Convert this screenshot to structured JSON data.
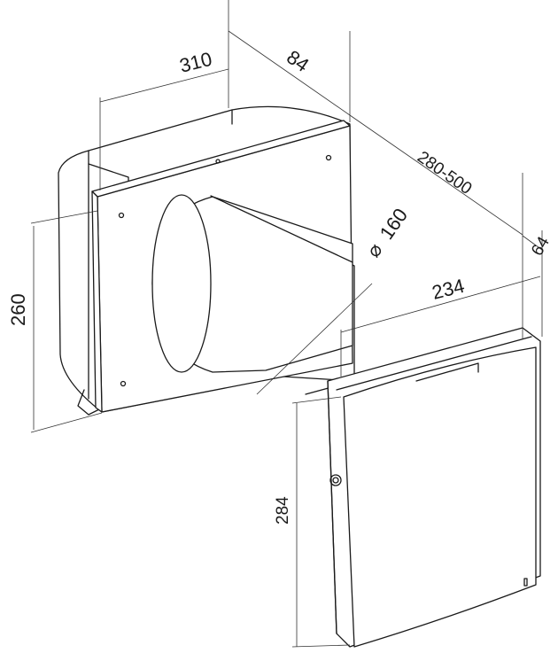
{
  "drawing": {
    "dimensions": {
      "width_housing": "310",
      "depth_housing": "84",
      "wall_thickness": "280-500",
      "pipe_diameter": "160",
      "diameter_symbol": "⌀",
      "grille_depth": "64",
      "grille_width": "234",
      "housing_height": "260",
      "grille_height": "284"
    },
    "colors": {
      "line": "#1a1a1a",
      "background": "#ffffff"
    }
  }
}
